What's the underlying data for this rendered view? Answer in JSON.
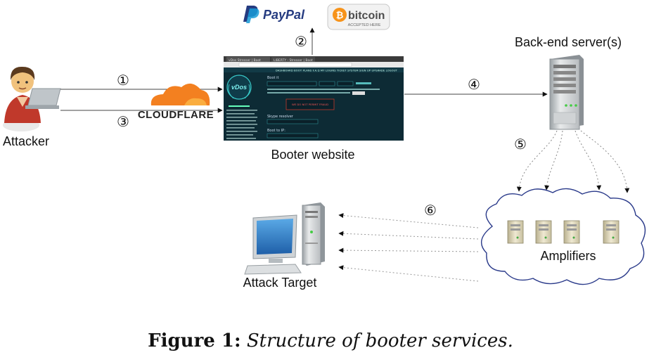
{
  "labels": {
    "attacker": "Attacker",
    "booter_website": "Booter website",
    "backend_servers": "Back-end server(s)",
    "amplifiers": "Amplifiers",
    "attack_target": "Attack Target"
  },
  "logos": {
    "paypal": "PayPal",
    "bitcoin": "bitcoin",
    "bitcoin_sub": "ACCEPTED HERE",
    "cloudflare": "CLOUDFLARE"
  },
  "steps": [
    "①",
    "②",
    "③",
    "④",
    "⑤",
    "⑥"
  ],
  "website": {
    "tab1": "vDos Stresser | Boot",
    "tab2": "LIBERTY - Stresser | Boot",
    "logo": "vDos",
    "nav": [
      "DASHBOARD",
      "BOOT",
      "PLANS",
      "F.A.Q",
      "MY LOGINS",
      "TICKET SYSTEM",
      "SIGN UP",
      "UPGRADE",
      "LOGOUT"
    ],
    "boot_heading": "Boot it",
    "warning": "WE DO NOT PERMIT FRAUD",
    "skype_heading": "Skype resolver",
    "boot_ip_heading": "Boot to IP:"
  },
  "caption": {
    "label": "Figure 1:",
    "text": "Structure of booter services."
  },
  "colors": {
    "website_bg": "#0d2b35",
    "website_accent": "#38c8c8",
    "cloudflare_orange": "#f38020",
    "paypal_dark": "#253b80",
    "paypal_light": "#179bd7",
    "bitcoin_orange": "#f7931a"
  }
}
